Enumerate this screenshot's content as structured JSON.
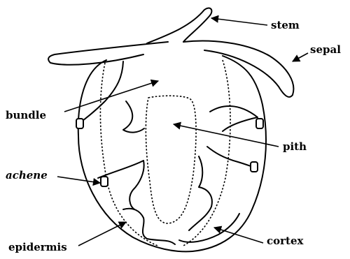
{
  "diagram": {
    "labels": {
      "stem": "stem",
      "sepal": "sepal",
      "bundle": "bundle",
      "pith": "pith",
      "achene": "achene",
      "epidermis": "epidermis",
      "cortex": "cortex"
    }
  }
}
